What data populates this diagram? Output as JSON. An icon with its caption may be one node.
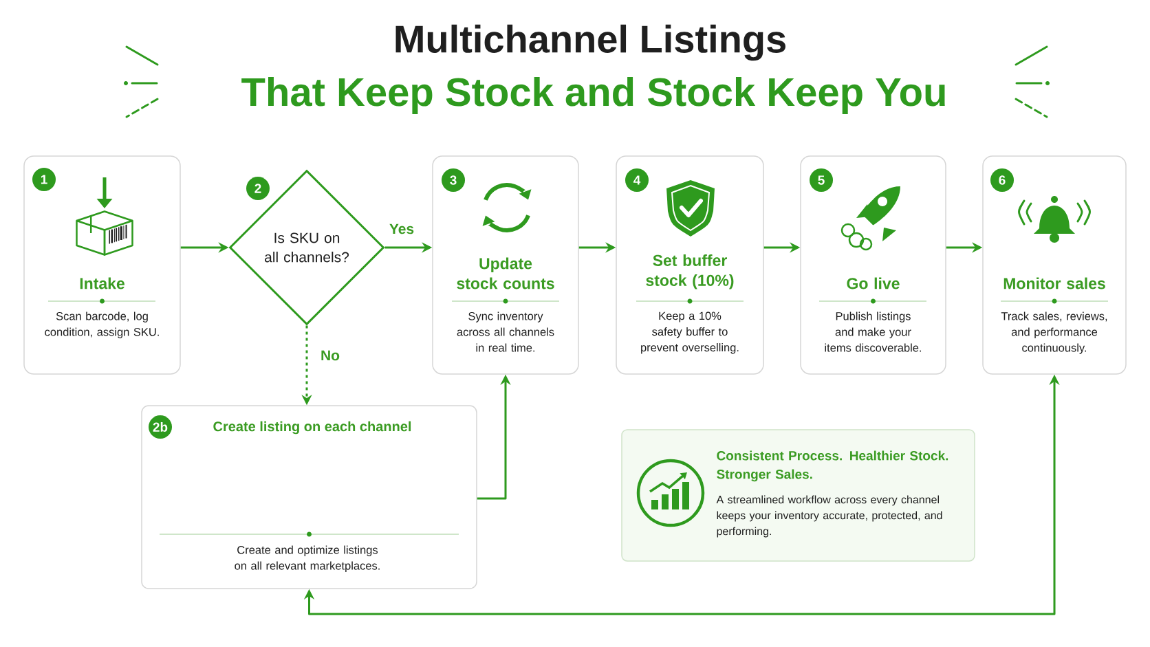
{
  "diagram": {
    "title": "Multichannel Listings",
    "nodes": [
      {
        "text": [
          "1",
          "Intake",
          "Scan barcode, log condition, assign SKU."
        ]
      },
      {
        "text": [
          "2",
          "Is SKU on all channels?"
        ]
      },
      {
        "text": [
          "3",
          "Update stock counts",
          "Sync inventory across all channels in real time."
        ]
      },
      {
        "text": [
          "4",
          "Set buffer stock (10%)",
          "Keep a 10% safety buffer to prevent overselling."
        ]
      },
      {
        "text": [
          "5",
          "Go live",
          "Publish listings and make your items discoverable."
        ]
      },
      {
        "text": [
          "6",
          "Monitor sales",
          "Track sales, reviews, and performance continuously."
        ]
      },
      {
        "text": [
          "2b",
          "Create listing on each channel",
          "Create and optimize listings on all relevant marketplaces."
        ]
      },
      {
        "text": [
          "Consistent Process. Healthier Stock. Stronger Sales.",
          "A streamlined workflow across every channel keeps your inventory accurate, protected, and performing."
        ]
      }
    ],
    "edges": [
      {
        "from": 0,
        "to": 1,
        "arrow": "to"
      },
      {
        "from": 1,
        "to": 2,
        "arrow": "to",
        "label": "Yes"
      },
      {
        "from": 1,
        "to": 6,
        "arrow": "to",
        "label": "No",
        "style": "dashed"
      },
      {
        "from": 6,
        "to": 2,
        "arrow": "to"
      },
      {
        "from": 2,
        "to": 3,
        "arrow": "to"
      },
      {
        "from": 3,
        "to": 4,
        "arrow": "to"
      },
      {
        "from": 4,
        "to": 5,
        "arrow": "to"
      },
      {
        "from": 6,
        "to": 5,
        "arrow": "both"
      }
    ],
    "labels": [
      "That Keep Stock and Stock Keep You"
    ]
  }
}
